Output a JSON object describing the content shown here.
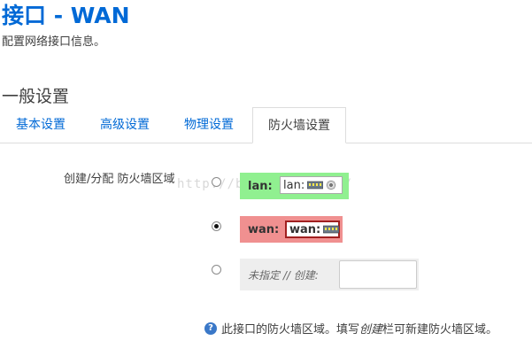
{
  "header": {
    "title": "接口 - WAN",
    "description": "配置网络接口信息。"
  },
  "section": {
    "title": "一般设置"
  },
  "tabs": [
    {
      "label": "基本设置",
      "active": false
    },
    {
      "label": "高级设置",
      "active": false
    },
    {
      "label": "物理设置",
      "active": false
    },
    {
      "label": "防火墙设置",
      "active": true
    }
  ],
  "firewall": {
    "field_label": "创建/分配 防火墙区域",
    "zones": [
      {
        "name": "lan:",
        "badge": "lan:",
        "color": "#90f090",
        "selected": false
      },
      {
        "name": "wan:",
        "badge": "wan:",
        "color": "#f09090",
        "selected": true
      }
    ],
    "new_zone": {
      "label": "未指定 // 创建:",
      "value": "",
      "selected": false
    },
    "help_prefix": "此接口的防火墙区域。填写",
    "help_em": "创建",
    "help_suffix": "栏可新建防火墙区域。"
  },
  "watermark": "http://blog.csdn.net/"
}
